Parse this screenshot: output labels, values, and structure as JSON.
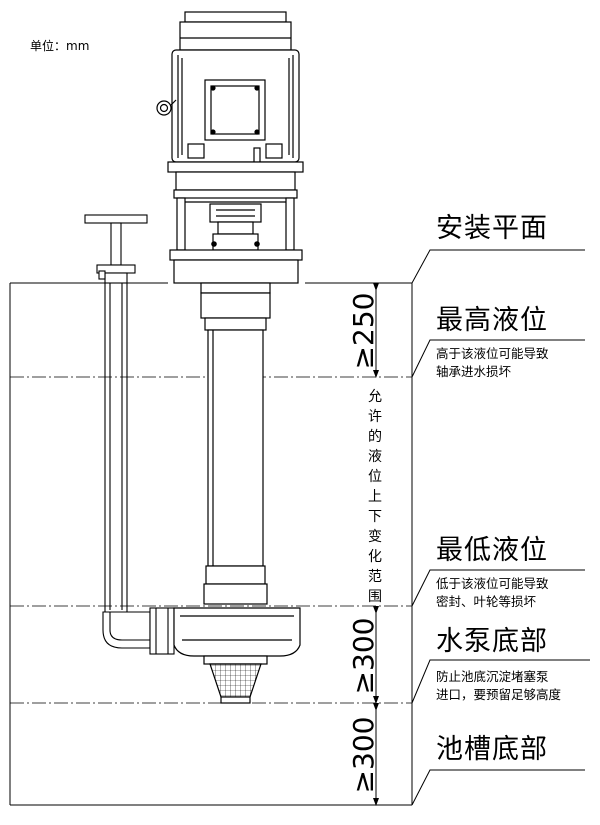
{
  "unit_note": "单位：mm",
  "labels": {
    "mounting_plane": "安装平面",
    "max_level": "最高液位",
    "max_level_note_1": "高于该液位可能导致",
    "max_level_note_2": "轴承进水损坏",
    "allowed_range": "允许的液位上下变化范围",
    "min_level": "最低液位",
    "min_level_note_1": "低于该液位可能导致",
    "min_level_note_2": "密封、叶轮等损坏",
    "pump_bottom": "水泵底部",
    "pump_bottom_note_1": "防止池底沉淀堵塞泵",
    "pump_bottom_note_2": "进口，要预留足够高度",
    "tank_bottom": "池槽底部"
  },
  "dimensions": {
    "top": "≥250",
    "middle": "≥300",
    "bottom": "≥300"
  }
}
